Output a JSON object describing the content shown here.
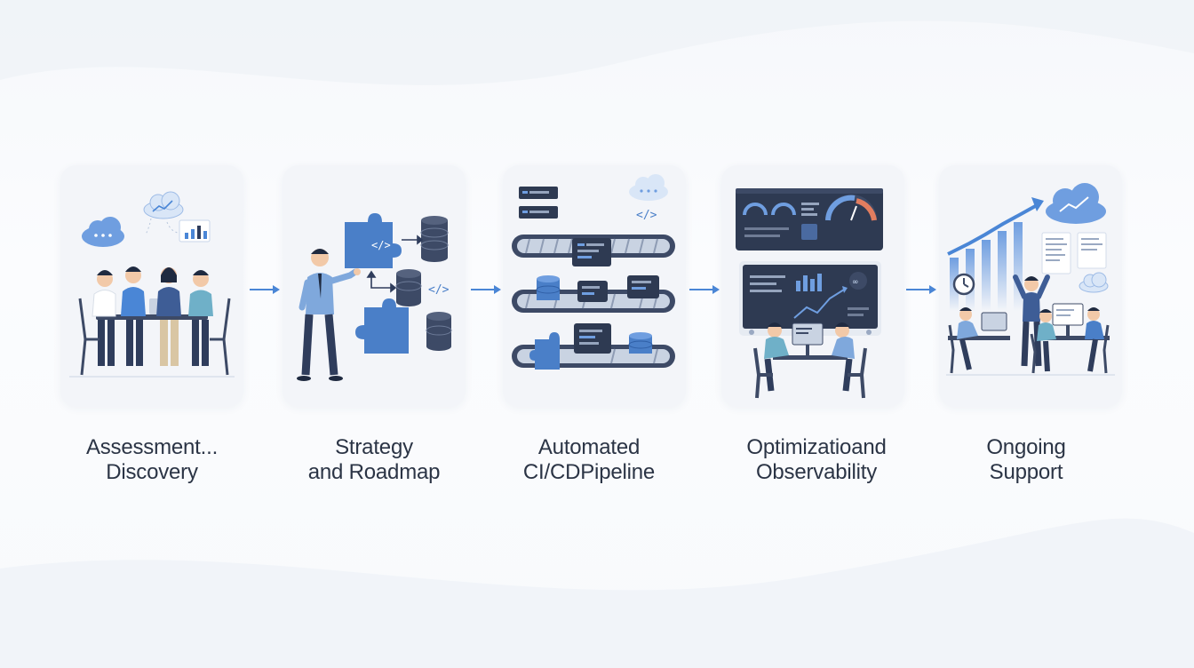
{
  "steps": [
    {
      "label_line1": "Assessment...",
      "label_line2": "Discovery",
      "illustration": "team-meeting-cloud-analytics"
    },
    {
      "label_line1": "Strategy",
      "label_line2": "and Roadmap",
      "illustration": "presenter-puzzle-databases"
    },
    {
      "label_line1": "Automated",
      "label_line2": "CI/CDPipeline",
      "illustration": "conveyor-belts-code-databases"
    },
    {
      "label_line1": "Optimizatioand",
      "label_line2": "Observability",
      "illustration": "dashboards-gauges-monitoring"
    },
    {
      "label_line1": "Ongoing",
      "label_line2": "Support",
      "illustration": "growth-chart-support-team"
    }
  ],
  "connectors": [
    "arrow-right-icon",
    "arrow-right-icon",
    "arrow-right-icon",
    "arrow-right-icon"
  ],
  "colors": {
    "accent": "#4a86d6",
    "navy": "#2f3d5c",
    "dark_panel": "#2e3a52",
    "label_text": "#2b3445",
    "card_bg": "#f3f5f9"
  }
}
